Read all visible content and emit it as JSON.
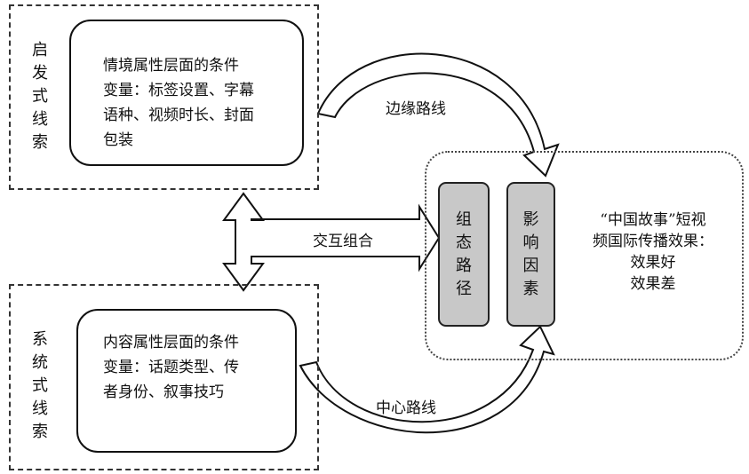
{
  "heuristic_box": {
    "side_label": "启发式线索",
    "content": "情境属性层面的条件\n变量：标签设置、字幕\n语种、视频时长、封面\n包装"
  },
  "systematic_box": {
    "side_label": "系统式线索",
    "content": "内容属性层面的条件\n变量：话题类型、传\n者身份、叙事技巧"
  },
  "routes": {
    "peripheral": "边缘路线",
    "central": "中心路线",
    "interaction": "交互组合"
  },
  "result_panel": {
    "bar_config": "组态路径",
    "bar_factors": "影响因素",
    "outcome": "“中国故事”短视\n频国际传播效果：\n效果好\n效果差"
  }
}
